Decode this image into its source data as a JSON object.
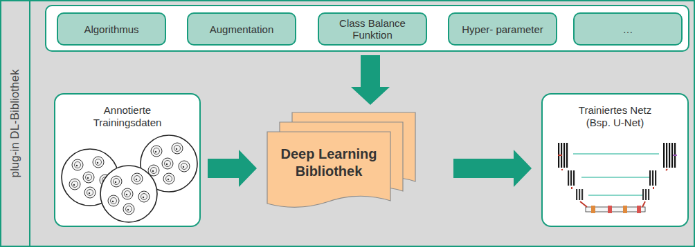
{
  "diagram": {
    "nodes": [
      {
        "text": [
          "plug-in DL-Bibliothek"
        ]
      },
      {
        "text": [
          "Algorithmus"
        ],
        "in": 0
      },
      {
        "text": [
          "Augmentation"
        ],
        "in": 0
      },
      {
        "text": [
          "Class Balance Funktion"
        ],
        "in": 0
      },
      {
        "text": [
          "Hyper- parameter"
        ],
        "in": 0
      },
      {
        "text": [
          "…"
        ],
        "in": 0
      },
      {
        "text": [
          "Annotierte Trainingsdaten"
        ],
        "in": 0
      },
      {
        "text": [
          "Deep Learning Bibliothek"
        ],
        "in": 0
      },
      {
        "text": [
          "Trainiertes Netz (Bsp. U-Net)"
        ],
        "in": 0
      }
    ],
    "edges": [
      {
        "from": 6,
        "to": 7,
        "arrow": "to"
      },
      {
        "from": 7,
        "to": 8,
        "arrow": "to"
      }
    ]
  }
}
